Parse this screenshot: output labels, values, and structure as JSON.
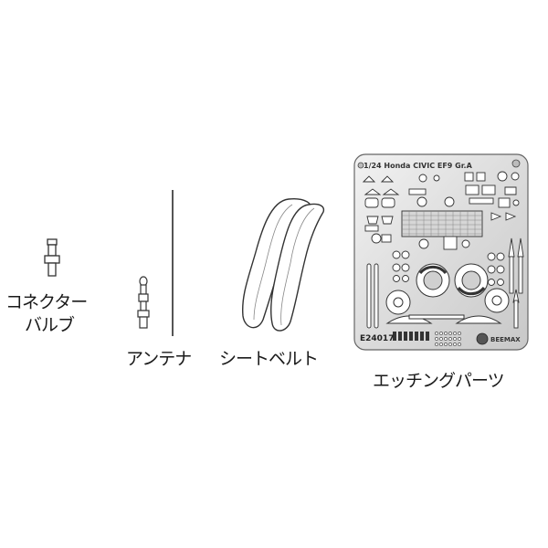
{
  "labels": {
    "connector": "コネクター",
    "bulb": "バルブ",
    "antenna": "アンテナ",
    "seatbelt": "シートベルト",
    "etching": "エッチングパーツ"
  },
  "sheet": {
    "title": "1/24 Honda CIVIC EF9 Gr.A",
    "code": "E24017",
    "brand": "BEEMAX"
  },
  "colors": {
    "metal_light": "#e4e4e4",
    "metal_dark": "#7a7a7a",
    "outline": "#333333"
  }
}
